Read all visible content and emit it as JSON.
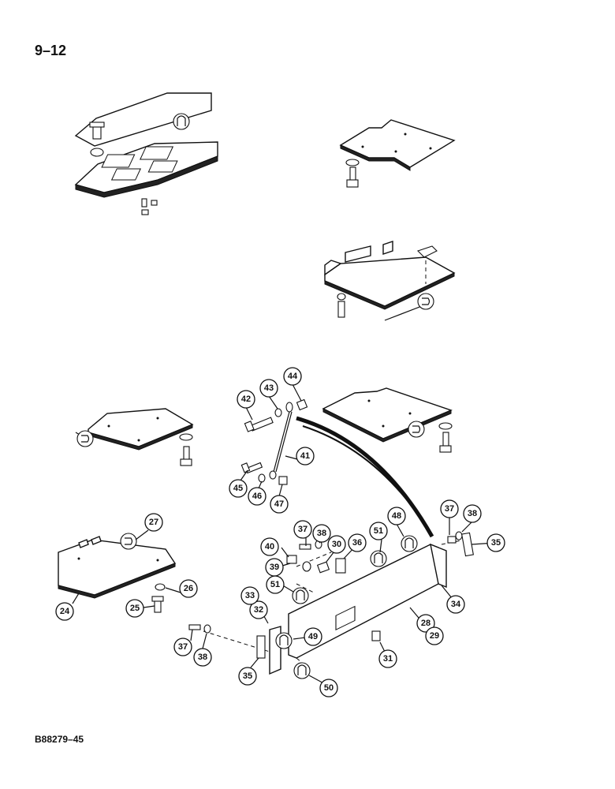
{
  "page_number": "9–12",
  "figure_code": "B88279–45",
  "callouts": [
    "24",
    "25",
    "26",
    "27",
    "28",
    "29",
    "30",
    "31",
    "32",
    "33",
    "34",
    "35",
    "35b",
    "36",
    "37",
    "37b",
    "38",
    "38b",
    "39",
    "40",
    "41",
    "42",
    "43",
    "44",
    "45",
    "46",
    "47",
    "48",
    "49",
    "50",
    "51",
    "51b"
  ],
  "labels": {
    "24": "24",
    "25": "25",
    "26": "26",
    "27": "27",
    "28": "28",
    "29": "29",
    "30": "30",
    "31": "31",
    "32": "32",
    "33": "33",
    "34": "34",
    "35": "35",
    "35b": "35",
    "36": "36",
    "37": "37",
    "37b": "37",
    "38": "38",
    "38b": "38",
    "39": "39",
    "40": "40",
    "41": "41",
    "42": "42",
    "43": "43",
    "44": "44",
    "45": "45",
    "46": "46",
    "47": "47",
    "48": "48",
    "49": "49",
    "50": "50",
    "51": "51",
    "51b": "51"
  },
  "icons": [
    "symbol-u-icon",
    "symbol-rtv-icon"
  ]
}
